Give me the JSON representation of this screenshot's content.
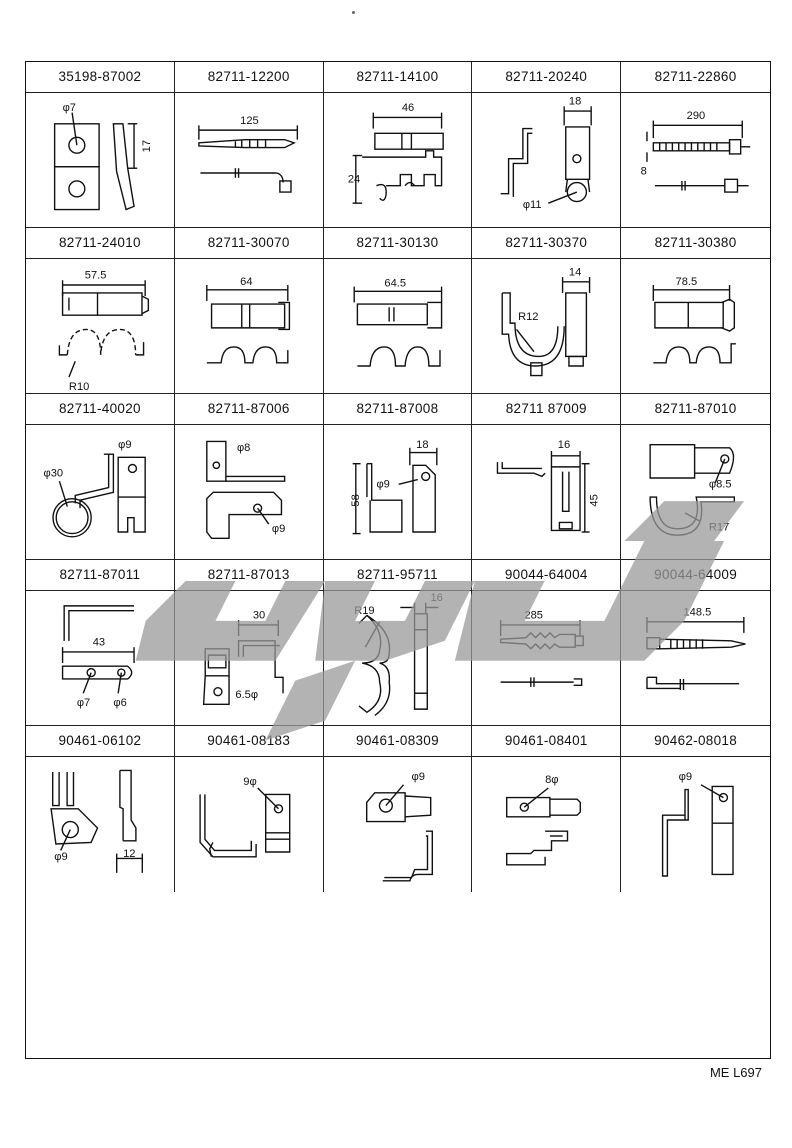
{
  "parts": [
    {
      "pn": "35198-87002",
      "dims": [
        "φ7",
        "17"
      ]
    },
    {
      "pn": "82711-12200",
      "dims": [
        "125"
      ]
    },
    {
      "pn": "82711-14100",
      "dims": [
        "46",
        "24"
      ]
    },
    {
      "pn": "82711-20240",
      "dims": [
        "18",
        "φ11"
      ]
    },
    {
      "pn": "82711-22860",
      "dims": [
        "290",
        "8"
      ]
    },
    {
      "pn": "82711-24010",
      "dims": [
        "57.5",
        "R10"
      ]
    },
    {
      "pn": "82711-30070",
      "dims": [
        "64"
      ]
    },
    {
      "pn": "82711-30130",
      "dims": [
        "64.5"
      ]
    },
    {
      "pn": "82711-30370",
      "dims": [
        "14",
        "R12"
      ]
    },
    {
      "pn": "82711-30380",
      "dims": [
        "78.5"
      ]
    },
    {
      "pn": "82711-40020",
      "dims": [
        "φ9",
        "φ30"
      ]
    },
    {
      "pn": "82711-87006",
      "dims": [
        "φ8",
        "φ9"
      ]
    },
    {
      "pn": "82711-87008",
      "dims": [
        "18",
        "φ9",
        "58"
      ]
    },
    {
      "pn": "82711 87009",
      "dims": [
        "16",
        "45"
      ]
    },
    {
      "pn": "82711-87010",
      "dims": [
        "φ8.5",
        "R17"
      ]
    },
    {
      "pn": "82711-87011",
      "dims": [
        "43",
        "φ7",
        "φ6"
      ]
    },
    {
      "pn": "82711-87013",
      "dims": [
        "30",
        "6.5φ"
      ]
    },
    {
      "pn": "82711-95711",
      "dims": [
        "R19",
        "16"
      ]
    },
    {
      "pn": "90044-64004",
      "dims": [
        "285"
      ]
    },
    {
      "pn": "90044-64009",
      "dims": [
        "148.5"
      ]
    },
    {
      "pn": "90461-06102",
      "dims": [
        "φ9",
        "12"
      ]
    },
    {
      "pn": "90461-08183",
      "dims": [
        "9φ"
      ]
    },
    {
      "pn": "90461-08309",
      "dims": [
        "φ9"
      ]
    },
    {
      "pn": "90461-08401",
      "dims": [
        "8φ"
      ]
    },
    {
      "pn": "90462-08018",
      "dims": [
        "φ9"
      ]
    }
  ],
  "reference_code": "ME L697",
  "colors": {
    "ink": "#111111",
    "watermark": "#9a9a9a"
  }
}
